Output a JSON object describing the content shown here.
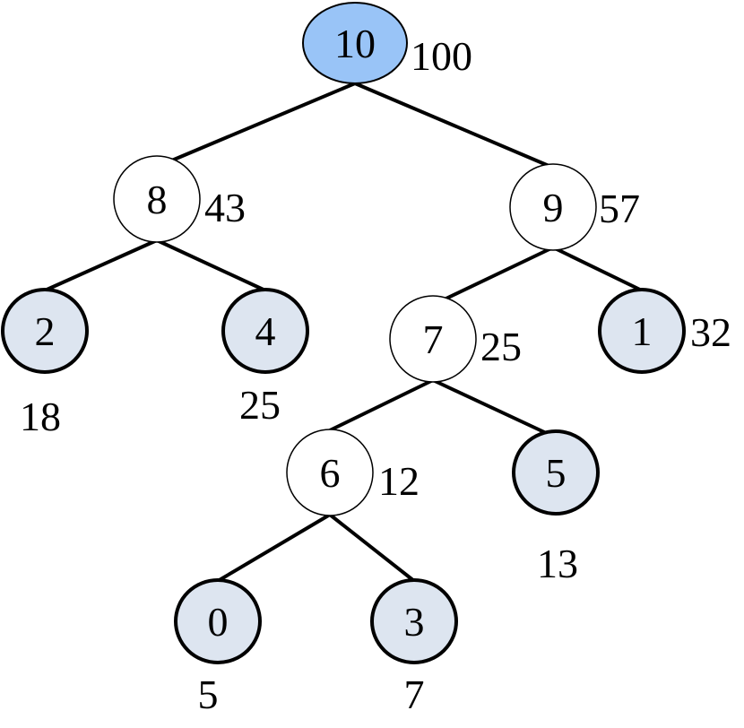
{
  "colors": {
    "root_fill": "#99c4f7",
    "leaf_fill": "#dde5f0",
    "internal_fill": "#ffffff",
    "line": "#000000"
  },
  "nodes": [
    {
      "id": "n10",
      "label": "10",
      "weight": "100",
      "kind": "root"
    },
    {
      "id": "n8",
      "label": "8",
      "weight": "43",
      "kind": "internal"
    },
    {
      "id": "n9",
      "label": "9",
      "weight": "57",
      "kind": "internal"
    },
    {
      "id": "n2",
      "label": "2",
      "weight": "18",
      "kind": "leaf"
    },
    {
      "id": "n4",
      "label": "4",
      "weight": "25",
      "kind": "leaf"
    },
    {
      "id": "n7",
      "label": "7",
      "weight": "25",
      "kind": "internal"
    },
    {
      "id": "n1",
      "label": "1",
      "weight": "32",
      "kind": "leaf"
    },
    {
      "id": "n6",
      "label": "6",
      "weight": "12",
      "kind": "internal"
    },
    {
      "id": "n5",
      "label": "5",
      "weight": "13",
      "kind": "leaf"
    },
    {
      "id": "n0",
      "label": "0",
      "weight": "5",
      "kind": "leaf"
    },
    {
      "id": "n3",
      "label": "3",
      "weight": "7",
      "kind": "leaf"
    }
  ],
  "edges": [
    [
      "n10",
      "n8"
    ],
    [
      "n10",
      "n9"
    ],
    [
      "n8",
      "n2"
    ],
    [
      "n8",
      "n4"
    ],
    [
      "n9",
      "n7"
    ],
    [
      "n9",
      "n1"
    ],
    [
      "n7",
      "n6"
    ],
    [
      "n7",
      "n5"
    ],
    [
      "n6",
      "n0"
    ],
    [
      "n6",
      "n3"
    ]
  ]
}
